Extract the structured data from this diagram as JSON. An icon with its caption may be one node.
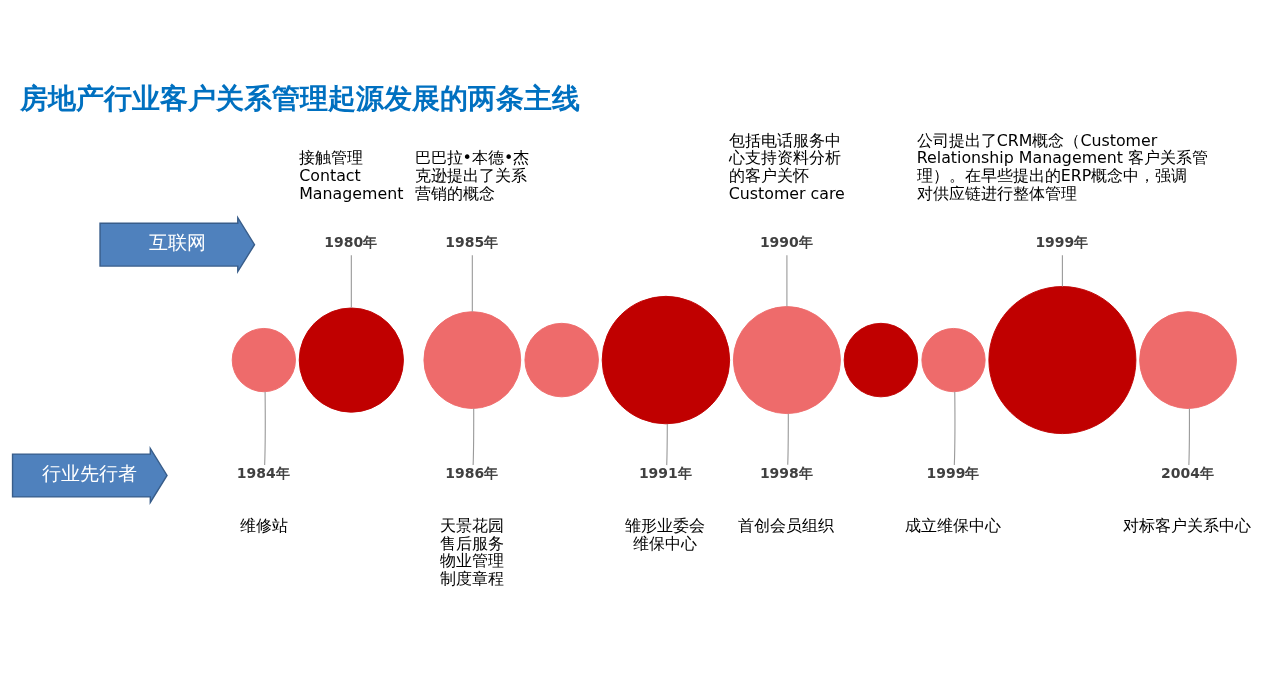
{
  "diagram": {
    "title": "房地产行业客户关系管理起源发展的两条主线",
    "nodes": [
      {
        "text": [
          "互联网"
        ]
      },
      {
        "text": [
          "1980年"
        ],
        "beside": [
          "接触管理 Contact Management"
        ]
      },
      {
        "text": [
          "1985年"
        ],
        "beside": [
          "巴巴拉•本德•杰克逊提出了关系营销的概念"
        ]
      },
      {
        "text": [
          "1990年"
        ],
        "beside": [
          "包括电话服务中心支持资料分析的客户关怀 Customer care"
        ]
      },
      {
        "text": [
          "1999年"
        ],
        "beside": [
          "公司提出了CRM概念（Customer Relationship Management 客户关系管理）。在早些提出的ERP概念中，强调对供应链进行整体管理"
        ]
      },
      {
        "text": [],
        "shape": "circle"
      },
      {
        "text": [],
        "shape": "circle"
      },
      {
        "text": [],
        "shape": "circle"
      },
      {
        "text": [],
        "shape": "circle"
      },
      {
        "text": [],
        "shape": "circle"
      },
      {
        "text": [],
        "shape": "circle"
      },
      {
        "text": [],
        "shape": "circle"
      },
      {
        "text": [],
        "shape": "circle"
      },
      {
        "text": [],
        "shape": "circle"
      },
      {
        "text": [],
        "shape": "circle"
      },
      {
        "text": [
          "行业先行者"
        ]
      },
      {
        "text": [
          "1984年"
        ],
        "beside": [
          "维修站"
        ]
      },
      {
        "text": [
          "1986年"
        ],
        "beside": [
          "天景花园售后服务物业管理制度章程"
        ]
      },
      {
        "text": [
          "1991年"
        ],
        "beside": [
          "雏形业委会维保中心"
        ]
      },
      {
        "text": [
          "1998年"
        ],
        "beside": [
          "首创会员组织"
        ]
      },
      {
        "text": [
          "1999年"
        ],
        "beside": [
          "成立维保中心"
        ]
      },
      {
        "text": [
          "2004年"
        ],
        "beside": [
          "对标客户关系中心"
        ]
      }
    ],
    "edges": [
      {
        "from": 1,
        "to": 6,
        "arrow": "none"
      },
      {
        "from": 2,
        "to": 7,
        "arrow": "none"
      },
      {
        "from": 3,
        "to": 10,
        "arrow": "none"
      },
      {
        "from": 4,
        "to": 13,
        "arrow": "none"
      },
      {
        "from": 16,
        "to": 5,
        "arrow": "none"
      },
      {
        "from": 17,
        "to": 7,
        "arrow": "none"
      },
      {
        "from": 18,
        "to": 9,
        "arrow": "none"
      },
      {
        "from": 19,
        "to": 10,
        "arrow": "none"
      },
      {
        "from": 20,
        "to": 12,
        "arrow": "none"
      },
      {
        "from": 21,
        "to": 14,
        "arrow": "none"
      }
    ]
  }
}
